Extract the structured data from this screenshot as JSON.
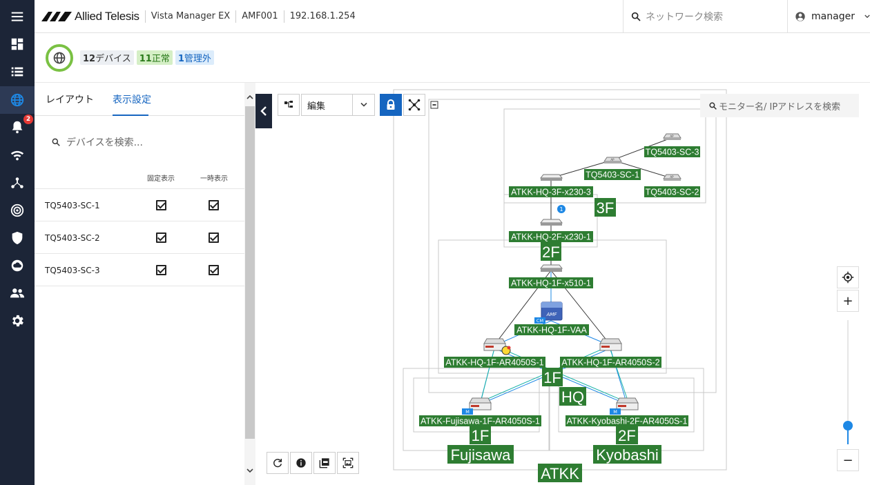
{
  "app": {
    "brand": "Allied Telesis",
    "product": "Vista Manager EX",
    "network": "AMF001",
    "ip": "192.168.1.254",
    "search_placeholder": "ネットワーク検索",
    "user": "manager"
  },
  "rail": {
    "items": [
      "menu-icon",
      "dashboard-icon",
      "list-icon",
      "globe-icon",
      "bell-icon",
      "wifi-icon",
      "topology-icon",
      "radar-icon",
      "shield-icon",
      "cloud-icon",
      "people-icon",
      "gear-icon"
    ],
    "alert_badge": "2"
  },
  "summary": {
    "devices_num": "12",
    "devices_label": "デバイス",
    "normal_num": "11",
    "normal_label": "正常",
    "unmanaged_num": "1",
    "unmanaged_label": "管理外"
  },
  "panel": {
    "tabs": [
      "レイアウト",
      "表示設定"
    ],
    "search_placeholder": "デバイスを検索...",
    "col_fixed": "固定表示",
    "col_temp": "一時表示",
    "rows": [
      {
        "name": "TQ5403-SC-1",
        "fixed": true,
        "temp": true
      },
      {
        "name": "TQ5403-SC-2",
        "fixed": true,
        "temp": true
      },
      {
        "name": "TQ5403-SC-3",
        "fixed": true,
        "temp": true
      }
    ]
  },
  "map": {
    "edit_mode": "編集",
    "monitor_search_placeholder": "モニター名/ IPアドレスを検索",
    "zoom_in": "+",
    "zoom_out": "−",
    "zoom_level": 0.15,
    "nodes": {
      "sc3": "TQ5403-SC-3",
      "sc1": "TQ5403-SC-1",
      "sc2": "TQ5403-SC-2",
      "x230_3f": "ATKK-HQ-3F-x230-3",
      "x230_2f": "ATKK-HQ-2F-x230-1",
      "x510": "ATKK-HQ-1F-x510-1",
      "vaa": "ATKK-HQ-1F-VAA",
      "ar1": "ATKK-HQ-1F-AR4050S-1",
      "ar2": "ATKK-HQ-1F-AR4050S-2",
      "fujisawa": "ATKK-Fujisawa-1F-AR4050S-1",
      "kyobashi": "ATKK-Kyobashi-2F-AR4050S-1"
    },
    "groups": {
      "hq_3f": "3F",
      "hq_2f": "2F",
      "hq_1f": "1F",
      "hq": "HQ",
      "fujisawa_floor": "1F",
      "fujisawa": "Fujisawa",
      "kyobashi_floor": "2F",
      "kyobashi": "Kyobashi",
      "root": "ATKK"
    },
    "markers": {
      "link_badge": "1",
      "cm": "CM",
      "m": "M",
      "ap": "AP",
      "amf": "AMF"
    }
  }
}
